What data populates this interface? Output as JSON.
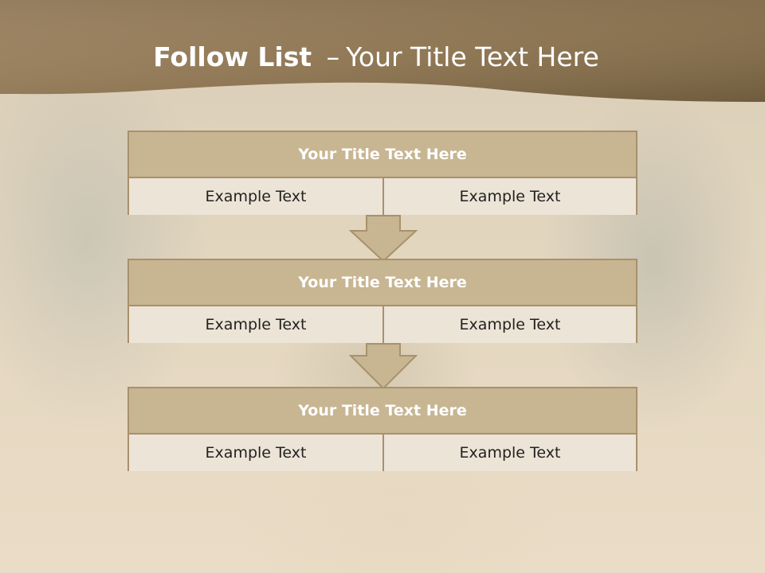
{
  "slide": {
    "title_bold": "Follow List",
    "title_dash": "–",
    "title_rest": "Your Title Text Here"
  },
  "blocks": [
    {
      "title": "Your Title Text Here",
      "left": "Example Text",
      "right": "Example Text"
    },
    {
      "title": "Your Title Text Here",
      "left": "Example Text",
      "right": "Example Text"
    },
    {
      "title": "Your Title Text Here",
      "left": "Example Text",
      "right": "Example Text"
    }
  ],
  "colors": {
    "header_dark": "#6e5c3d",
    "header_light": "#b09570",
    "block_header": "#c8b592",
    "block_border": "#a8916c",
    "cell_fill": "#ece4d6",
    "arrow_fill": "#c8b592"
  }
}
